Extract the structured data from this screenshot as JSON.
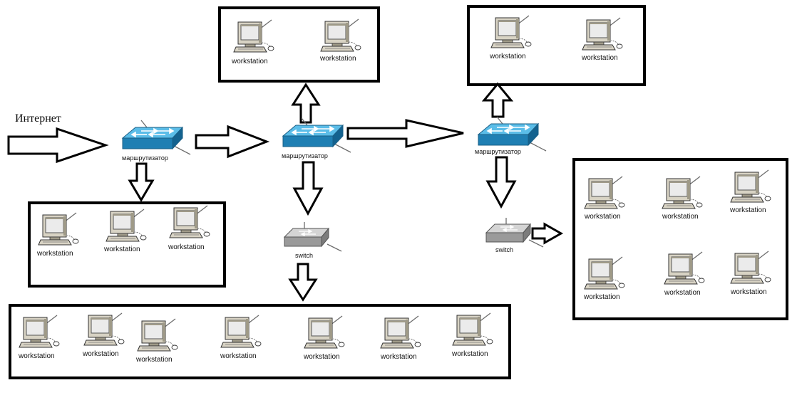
{
  "internet_label": "Интернет",
  "router_label": "маршрутизатор",
  "switch_label": "switch",
  "workstation_label": "workstation",
  "colors": {
    "router_top": "#5bbde8",
    "router_side": "#1f7fb3",
    "switch_top": "#d4d4d4",
    "switch_side": "#9a9a9a",
    "pc_body": "#d8d3c4",
    "pc_shade": "#9f9a88",
    "frame": "#000000"
  },
  "groups": [
    {
      "id": "group-top-middle",
      "workstations": 2
    },
    {
      "id": "group-top-right",
      "workstations": 2
    },
    {
      "id": "group-left",
      "workstations": 3
    },
    {
      "id": "group-bottom",
      "workstations": 7
    },
    {
      "id": "group-right",
      "workstations": 6
    }
  ]
}
